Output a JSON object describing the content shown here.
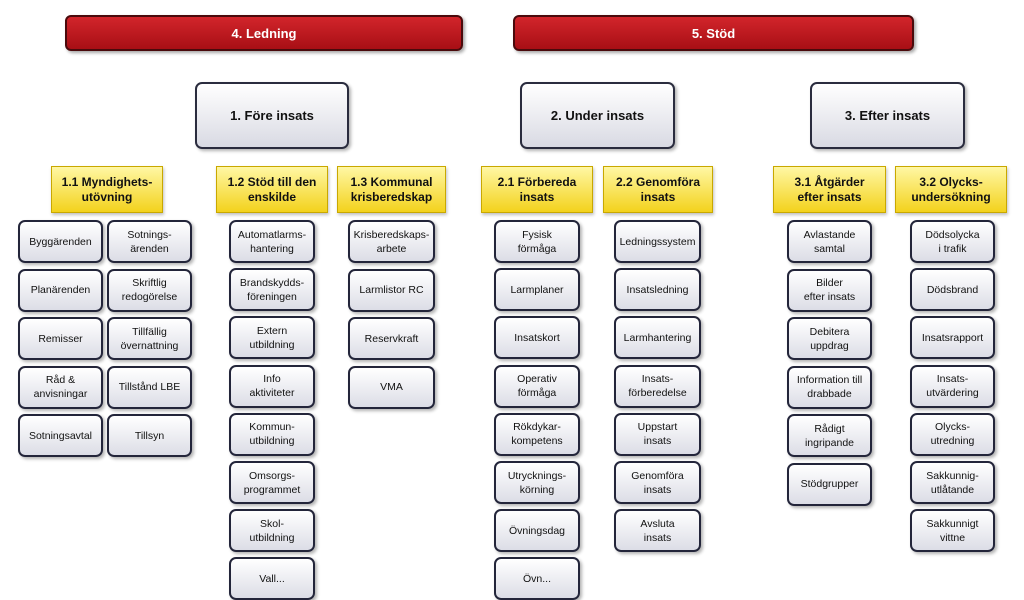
{
  "top": {
    "ledning": "4. Ledning",
    "stod": "5. Stöd"
  },
  "phases": {
    "fore": "1. Före insats",
    "under": "2. Under insats",
    "efter": "3. Efter insats"
  },
  "categories": {
    "c11": "1.1 Myndighets-\nutövning",
    "c12": "1.2 Stöd till den\nenskilde",
    "c13": "1.3 Kommunal\nkrisberedskap",
    "c21": "2.1 Förbereda\ninsats",
    "c22": "2.2 Genomföra\ninsats",
    "c31": "3.1 Åtgärder\nefter insats",
    "c32": "3.2 Olycks-\nundersökning"
  },
  "col_11a": [
    "Byggärenden",
    "Planärenden",
    "Remisser",
    "Råd &\nanvisningar",
    "Sotningsavtal"
  ],
  "col_11b": [
    "Sotnings-\närenden",
    "Skriftlig\nredogörelse",
    "Tillfällig\növernattning",
    "Tillstånd LBE",
    "Tillsyn"
  ],
  "col_12": [
    "Automatlarms-\nhantering",
    "Brandskydds-\nföreningen",
    "Extern\nutbildning",
    "Info\naktiviteter",
    "Kommun-\nutbildning",
    "Omsorgs-\nprogrammet",
    "Skol-\nutbildning",
    "Vall..."
  ],
  "col_13": [
    "Krisberedskaps-\narbete",
    "Larmlistor RC",
    "Reservkraft",
    "VMA"
  ],
  "col_21": [
    "Fysisk\nförmåga",
    "Larmplaner",
    "Insatskort",
    "Operativ\nförmåga",
    "Rökdykar-\nkompetens",
    "Utrycknings-\nkörning",
    "Övningsdag",
    "Övn..."
  ],
  "col_22": [
    "Ledningssystem",
    "Insatsledning",
    "Larmhantering",
    "Insats-\nförberedelse",
    "Uppstart\ninsats",
    "Genomföra\ninsats",
    "Avsluta\ninsats"
  ],
  "col_31": [
    "Avlastande\nsamtal",
    "Bilder\nefter insats",
    "Debitera\nuppdrag",
    "Information till\ndrabbade",
    "Rådigt\ningripande",
    "Stödgrupper"
  ],
  "col_32": [
    "Dödsolycka\ni trafik",
    "Dödsbrand",
    "Insatsrapport",
    "Insats-\nutvärdering",
    "Olycks-\nutredning",
    "Sakkunnig-\nutlåtande",
    "Sakkunnigt\nvittne"
  ]
}
